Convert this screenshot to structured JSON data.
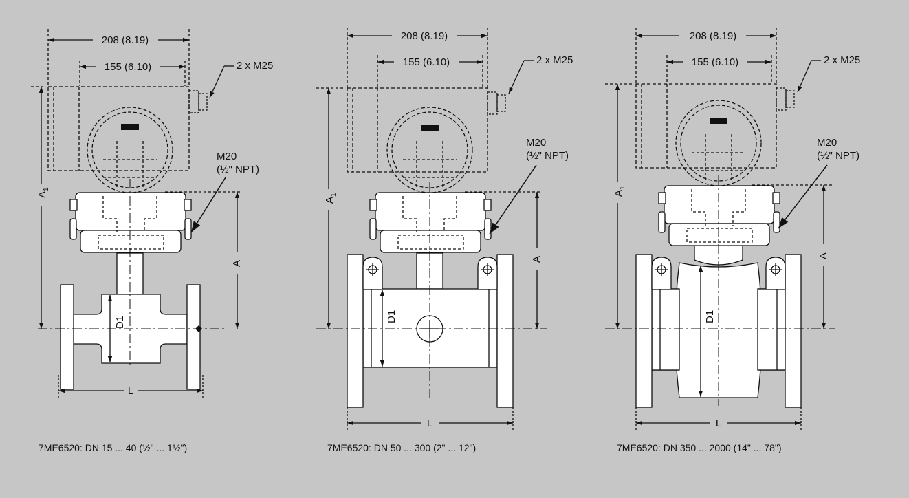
{
  "colors": {
    "background": "#c6c6c6",
    "fill": "#ffffff",
    "stroke": "#111111"
  },
  "variants": [
    {
      "caption": "7ME6520: DN 15 ... 40 (½\" ... 1½\")",
      "width_dim": "208 (8.19)",
      "inner_dim": "155 (6.10)",
      "cable_label": "2 x M25",
      "conduit_line1": "M20",
      "conduit_line2": "(½\" NPT)",
      "a1_label": "A",
      "a1_sub": "1",
      "a_label": "A",
      "d1_label": "D1",
      "l_label": "L"
    },
    {
      "caption": "7ME6520: DN 50 ... 300 (2\" ... 12\")",
      "width_dim": "208 (8.19)",
      "inner_dim": "155 (6.10)",
      "cable_label": "2 x M25",
      "conduit_line1": "M20",
      "conduit_line2": "(½\" NPT)",
      "a1_label": "A",
      "a1_sub": "1",
      "a_label": "A",
      "d1_label": "D1",
      "l_label": "L"
    },
    {
      "caption": "7ME6520: DN 350 ... 2000 (14\" ... 78\")",
      "width_dim": "208 (8.19)",
      "inner_dim": "155 (6.10)",
      "cable_label": "2 x M25",
      "conduit_line1": "M20",
      "conduit_line2": "(½\" NPT)",
      "a1_label": "A",
      "a1_sub": "1",
      "a_label": "A",
      "d1_label": "D1",
      "l_label": "L"
    }
  ]
}
